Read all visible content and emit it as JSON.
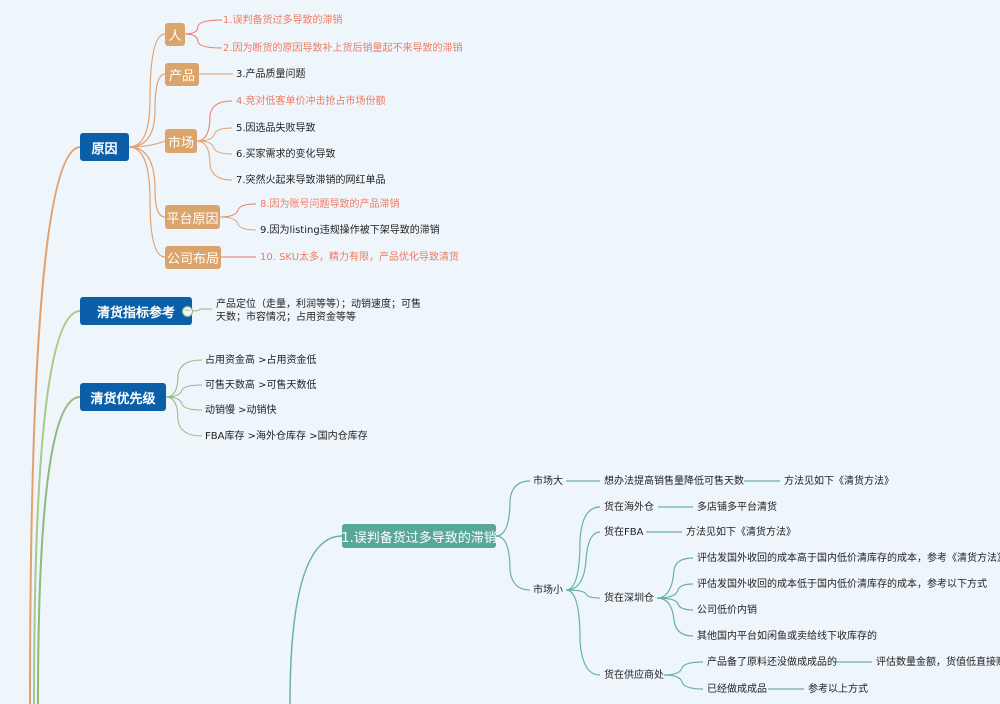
{
  "colors": {
    "background": "#eef6fc",
    "main_node": "#0b5ea8",
    "sub_node": "#dba46a",
    "topic_node": "#58a79a",
    "highlight_text": "#ee7a63",
    "branch_orange": "#e3a06c",
    "branch_green": "#8fb97e",
    "branch_teal": "#6ab0a2"
  },
  "nodes": {
    "cause": "原因",
    "people": "人",
    "product": "产品",
    "market": "市场",
    "platform": "平台原因",
    "company": "公司布局",
    "clear_index": "清货指标参考",
    "clear_priority": "清货优先级",
    "misjudge": "1.误判备货过多导致的滞销"
  },
  "leaves": {
    "c1": "1.误判备货过多导致的滞销",
    "c2": "2.因为断货的原因导致补上货后销量起不来导致的滞销",
    "c3": "3.产品质量问题",
    "c4": "4.竞对低客单价冲击抢占市场份额",
    "c5": "5.因选品失败导致",
    "c6": "6.买家需求的变化导致",
    "c7": "7.突然火起来导致滞销的网红单品",
    "c8": "8.因为账号问题导致的产品滞销",
    "c9": "9.因为listing违规操作被下架导致的滞销",
    "c10": "10. SKU太多，精力有限，产品优化导致清货",
    "index_line1": "产品定位（走量，利润等等）；动销速度；可售",
    "index_line2": "天数；市容情况；占用资金等等",
    "p1": "占用资金高 >占用资金低",
    "p2": "可售天数高 >可售天数低",
    "p3": "动销慢 >动销快",
    "p4": "FBA库存 >海外仓库存 >国内仓库存",
    "market_big": "市场大",
    "market_small": "市场小",
    "raise_sales": "想办法提高销售量降低可售天数",
    "method_ref1": "方法见如下《清货方法》",
    "overseas": "货在海外仓",
    "multi_shop": "多店铺多平台清货",
    "fba": "货在FBA",
    "method_ref2": "方法见如下《清货方法》",
    "shenzhen": "货在深圳仓",
    "sz1": "评估发国外收回的成本高于国内低价清库存的成本，参考《清货方法》",
    "sz2": "评估发国外收回的成本低于国内低价清库存的成本，参考以下方式",
    "sz3": "公司低价内销",
    "sz4": "其他国内平台如闲鱼或卖给线下收库存的",
    "supplier": "货在供应商处",
    "sup1": "产品备了原料还没做成成品的",
    "sup1_eval": "评估数量金额，货值低直接赔",
    "sup2": "已经做成成品",
    "sup2_ref": "参考以上方式"
  },
  "collapse_symbol": "−"
}
